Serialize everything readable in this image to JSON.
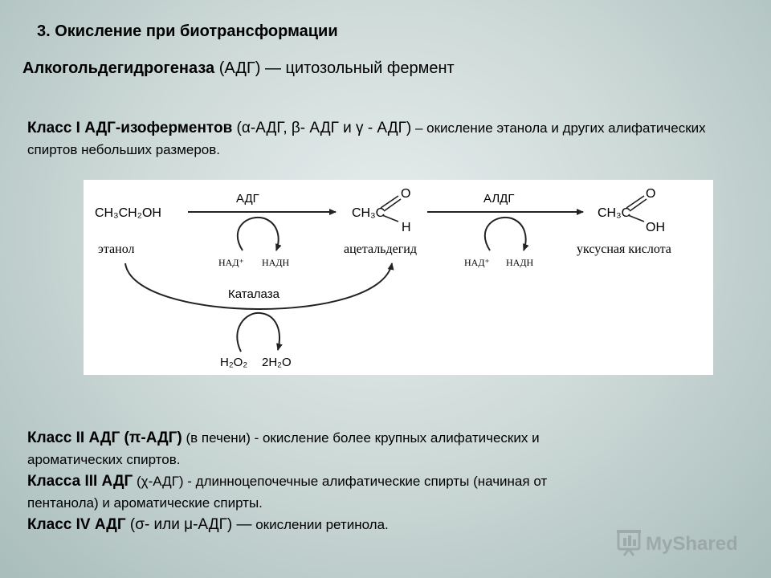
{
  "heading": "3. Окисление при биотрансформации",
  "subtitle": {
    "bold": "Алкогольдегидрогеназа",
    "rest": " (АДГ) — цитозольный фермент"
  },
  "class_i": {
    "bold": "Класс I АДГ-изоферментов",
    "paren": " (α-АДГ, β- АДГ и γ - АДГ)",
    "rest": " – окисление этанола и других алифатических спиртов небольших размеров."
  },
  "diagram": {
    "ethanol_formula": "CH₃CH₂OH",
    "ethanol_name": "этанол",
    "enzyme1": "АДГ",
    "enzyme2": "АЛДГ",
    "acet_ch3c": "CH₃C",
    "acet_o": "O",
    "acet_h": "H",
    "acet_name": "ацетальдегид",
    "acid_ch3c": "CH₃C",
    "acid_o": "O",
    "acid_oh": "OH",
    "acid_name": "уксусная кислота",
    "nad": "НАД⁺",
    "nadh": "НАДН",
    "catalase": "Каталаза",
    "h2o2": "H₂O₂",
    "water": "2H₂O"
  },
  "class_ii": {
    "bold": "Класс II АДГ (π-АДГ)",
    "paren": " (в печени)",
    "rest1": " - окисление более крупных алифатических и",
    "rest2": "ароматических спиртов."
  },
  "class_iii": {
    "bold": "Класса III АДГ",
    "paren": " (χ-АДГ)",
    "rest1": " - длинноцепочечные алифатические спирты (начиная от",
    "rest2": "пентанола) и ароматические спирты."
  },
  "class_iv": {
    "bold": "Класс IV АДГ",
    "paren": " (σ- или μ-АДГ) —",
    "rest": " окислении ретинола."
  },
  "watermark": "MyShared"
}
